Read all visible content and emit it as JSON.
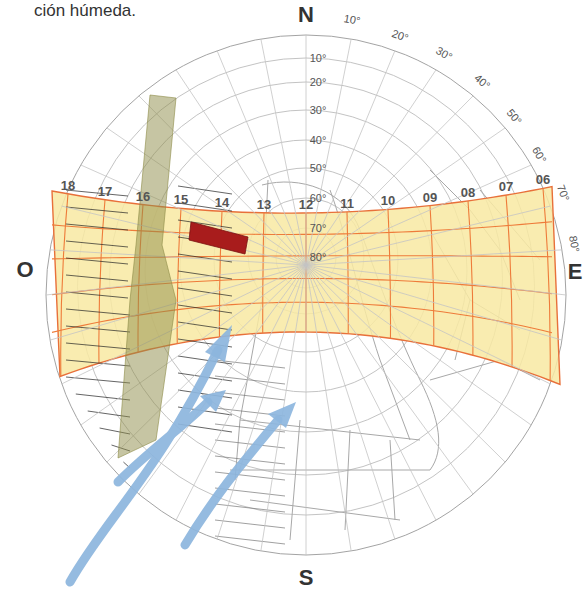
{
  "diagram": {
    "labels": [
      "ción húmeda.",
      "N",
      "10°",
      "20°",
      "30°",
      "40°",
      "50°",
      "60°",
      "70°",
      "80°",
      "10°",
      "20°",
      "30°",
      "40°",
      "50°",
      "60°",
      "70°",
      "80°",
      "18",
      "17",
      "16",
      "15",
      "14",
      "13",
      "12",
      "11",
      "10",
      "09",
      "08",
      "07",
      "06",
      "O",
      "E",
      "S"
    ]
  }
}
